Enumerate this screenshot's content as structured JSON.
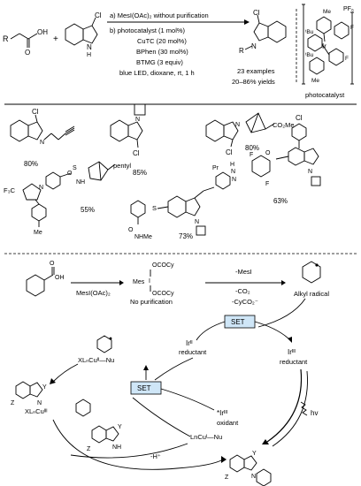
{
  "top_scheme": {
    "cl": "Cl",
    "nh": "N",
    "h": "H",
    "n": "N",
    "plus": "+",
    "r": "R",
    "oh": "OH",
    "o": "O",
    "step_a": "a) MesI(OAc)₂ without purification",
    "step_b": "b) photocatalyst (1 mol%)",
    "cond1": "CuTC (20 mol%)",
    "cond2": "BPhen (30 mol%)",
    "cond3": "BTMG (3 equiv)",
    "cond4": "blue LED, dioxane, rt, 1 h",
    "examples": "23 examples",
    "yields": "20–86% yields",
    "catalyst_label": "photocatalyst",
    "pf6": "PF₆",
    "tbu": "ᵗBu",
    "me": "Me",
    "f": "F",
    "ir": "Ir"
  },
  "products": [
    {
      "yield": "80%"
    },
    {
      "yield": "85%"
    },
    {
      "yield": "80%",
      "ester": "CO₂Me"
    },
    {
      "yield": "55%",
      "cf3": "F₃C",
      "pentyl": "pentyl",
      "me": "Me"
    },
    {
      "yield": "73%",
      "nhme": "NHMe",
      "s": "S",
      "o": "O"
    },
    {
      "yield": "63%",
      "pr": "Pr",
      "cl": "Cl"
    }
  ],
  "mechanism": {
    "oh": "OH",
    "o": "O",
    "reagent": "MesI(OAc)₂",
    "ococy1": "OCOCy",
    "ococy2": "OCOCy",
    "mes": "Mes",
    "i": "I",
    "no_purification": "No purification",
    "loss1": "-MesI",
    "loss2": "-CO₂",
    "loss3": "-CyCO₂⁻",
    "alkyl_radical": "Alkyl radical",
    "set1": "SET",
    "set2": "SET",
    "ir2": "Irᴵᴵ",
    "ir2_label": "reductant",
    "ir3": "Irᴵᴵᴵ",
    "ir3_label": "reductant",
    "ir3_star": "*Irᴵᴵᴵ",
    "oxidant": "oxidant",
    "hv": "hv",
    "cu2": "XLₙCuᴵᴵ—Nu",
    "cu3": "XLₙCuᴵᴵᴵ",
    "cu1": "LnCuᴵ—Nu",
    "minus_h": "-H⁺",
    "y1": "Y",
    "z1": "Z",
    "y2": "Y",
    "z2": "Z",
    "nh": "NH",
    "y3": "Y",
    "z3": "Z",
    "n": "N"
  }
}
